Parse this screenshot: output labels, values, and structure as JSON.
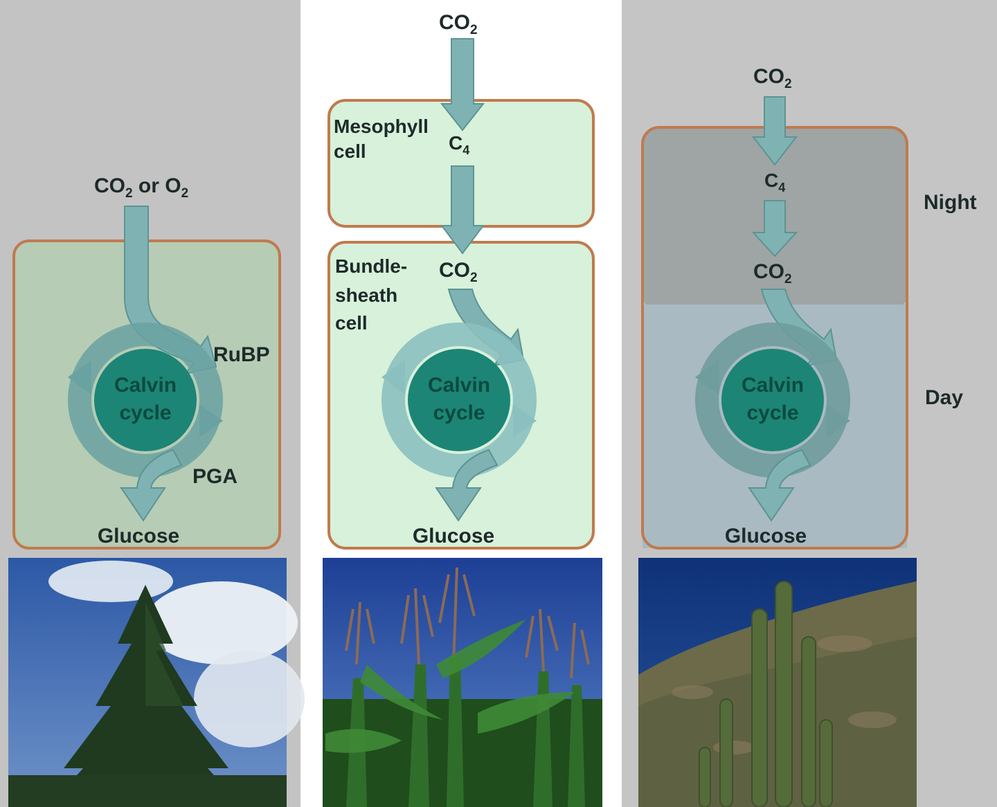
{
  "colors": {
    "cell_border": "#c07a4e",
    "c3_cell_fill": "#b6ccb4",
    "c4_cell_fill": "#d7f1da",
    "cam_night_fill": "#9fa4a4",
    "cam_day_fill": "#a9bac3",
    "arrow": "#7fb3b3",
    "cycle_center": "#1c8576"
  },
  "c3": {
    "input_prefix": "CO",
    "input_sub": "2",
    "input_mid": " or O",
    "input_sub2": "2",
    "ribp_label": "RuBP",
    "pga_label": "PGA",
    "cycle_line1": "Calvin",
    "cycle_line2": "cycle",
    "output_label": "Glucose",
    "photo_icon": "fir-tree-photo"
  },
  "c4": {
    "top_input": "CO",
    "top_input_sub": "2",
    "mesophyll_line1": "Mesophyll",
    "mesophyll_line2": "cell",
    "c4_label": "C",
    "c4_sub": "4",
    "bundle_line1": "Bundle-",
    "bundle_line2": "sheath",
    "bundle_line3": "cell",
    "co2_label": "CO",
    "co2_sub": "2",
    "cycle_line1": "Calvin",
    "cycle_line2": "cycle",
    "output_label": "Glucose",
    "photo_icon": "corn-field-photo"
  },
  "cam": {
    "top_input": "CO",
    "top_input_sub": "2",
    "c4_label": "C",
    "c4_sub": "4",
    "co2_label": "CO",
    "co2_sub": "2",
    "night_label": "Night",
    "day_label": "Day",
    "cycle_line1": "Calvin",
    "cycle_line2": "cycle",
    "output_label": "Glucose",
    "photo_icon": "cactus-desert-photo"
  }
}
